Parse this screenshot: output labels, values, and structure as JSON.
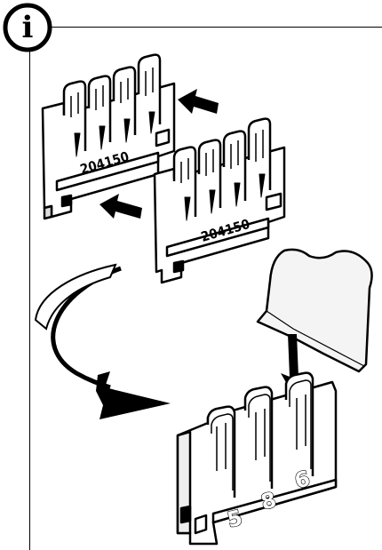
{
  "info": {
    "icon": "info-icon",
    "glyph": "i"
  },
  "parts": {
    "part_number_1": "204150",
    "part_number_2": "204150"
  },
  "slot_numbers": [
    "5",
    "8",
    "6"
  ],
  "colors": {
    "line": "#000000",
    "background": "#ffffff",
    "fill": "#f4f4f4"
  }
}
